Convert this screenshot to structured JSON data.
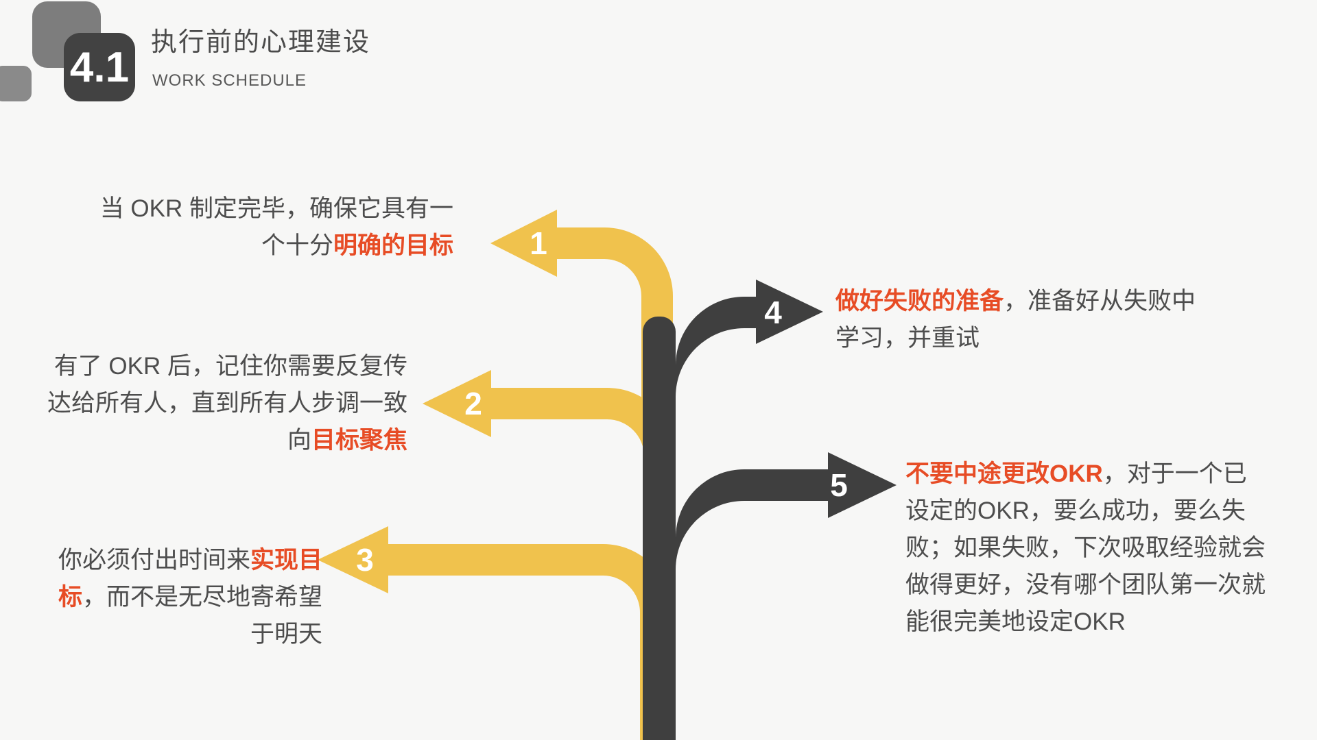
{
  "header": {
    "badge": "4.1",
    "title": "执行前的心理建设",
    "subtitle": "WORK SCHEDULE"
  },
  "colors": {
    "background": "#f7f7f6",
    "yellow": "#F0C24D",
    "dark": "#3F3F3F",
    "red": "#E74C25",
    "body_text": "#4D4D4D",
    "badge_bg": "#424242",
    "square_large": "#7D7D7D",
    "square_small": "#8A8A8A",
    "number_text": "#FFFFFF"
  },
  "diagram": {
    "numbers": [
      "1",
      "2",
      "3",
      "4",
      "5"
    ],
    "blocks": [
      {
        "lines": [
          {
            "pre": "当 OKR 制定完毕，确保它具有一",
            "red": "",
            "post": ""
          },
          {
            "pre": "个十分",
            "red": "明确的目标",
            "post": ""
          }
        ]
      },
      {
        "lines": [
          {
            "pre": "有了 OKR 后，记住你需要反复传",
            "red": "",
            "post": ""
          },
          {
            "pre": "达给所有人，直到所有人步调一致",
            "red": "",
            "post": ""
          },
          {
            "pre": "向",
            "red": "目标聚焦",
            "post": ""
          }
        ]
      },
      {
        "lines": [
          {
            "pre": "你必须付出时间来",
            "red": "实现目",
            "post": ""
          },
          {
            "pre": "",
            "red": "标",
            "post": "，而不是无尽地寄希望"
          },
          {
            "pre": "于明天",
            "red": "",
            "post": ""
          }
        ]
      },
      {
        "lines": [
          {
            "pre": "",
            "red": "做好失败的准备",
            "post": "，准备好从失败中"
          },
          {
            "pre": "学习，并重试",
            "red": "",
            "post": ""
          }
        ]
      },
      {
        "lines": [
          {
            "pre": "",
            "red": "不要中途更改OKR",
            "post": "，对于一个已"
          },
          {
            "pre": "设定的OKR，要么成功，要么失",
            "red": "",
            "post": ""
          },
          {
            "pre": "败；如果失败，下次吸取经验就会",
            "red": "",
            "post": ""
          },
          {
            "pre": "做得更好，没有哪个团队第一次就",
            "red": "",
            "post": ""
          },
          {
            "pre": "能很完美地设定OKR",
            "red": "",
            "post": ""
          }
        ]
      }
    ]
  }
}
